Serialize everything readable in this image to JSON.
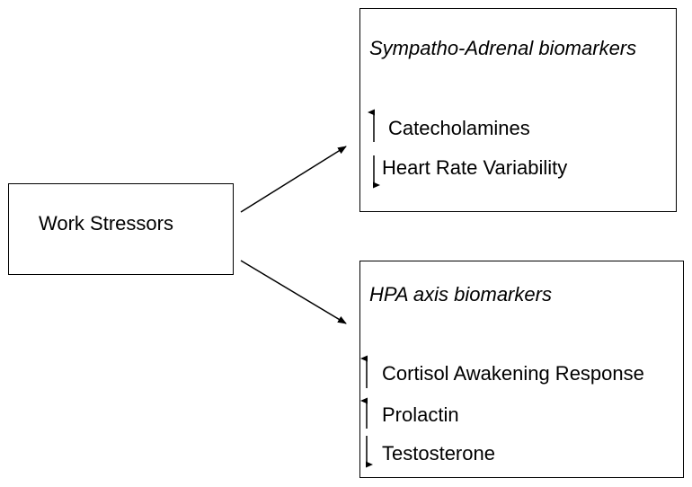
{
  "stressors": {
    "label": "Work Stressors"
  },
  "sympatho_adrenal": {
    "title": "Sympatho-Adrenal biomarkers",
    "items": [
      {
        "label": "Catecholamines",
        "direction": "up"
      },
      {
        "label": "Heart Rate Variability",
        "direction": "down"
      }
    ]
  },
  "hpa": {
    "title": "HPA axis biomarkers",
    "items": [
      {
        "label": "Cortisol Awakening Response",
        "direction": "up"
      },
      {
        "label": "Prolactin",
        "direction": "up"
      },
      {
        "label": "Testosterone",
        "direction": "down"
      }
    ]
  }
}
